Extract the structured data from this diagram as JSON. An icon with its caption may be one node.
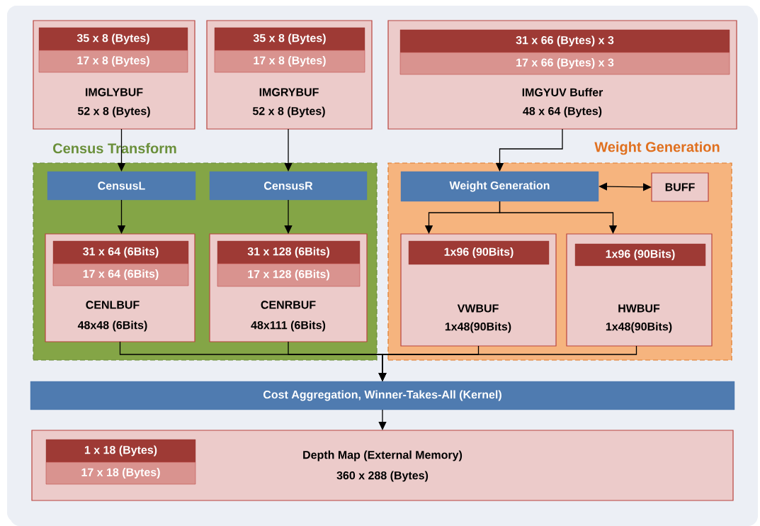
{
  "diagram": {
    "nodes": [
      {
        "text": [
          "IMGLYBUF",
          "52 x 8 (Bytes)"
        ]
      },
      {
        "text": [
          "35 x 8 (Bytes)"
        ],
        "in": 0
      },
      {
        "text": [
          "17 x 8 (Bytes)"
        ],
        "in": 0
      },
      {
        "text": [
          "IMGRYBUF",
          "52 x 8 (Bytes)"
        ]
      },
      {
        "text": [
          "35 x 8 (Bytes)"
        ],
        "in": 3
      },
      {
        "text": [
          "17 x 8 (Bytes)"
        ],
        "in": 3
      },
      {
        "text": [
          "IMGYUV Buffer",
          "48 x 64 (Bytes)"
        ]
      },
      {
        "text": [
          "31 x 66 (Bytes) x 3"
        ],
        "in": 6
      },
      {
        "text": [
          "17 x 66 (Bytes) x 3"
        ],
        "in": 6
      },
      {
        "text": [
          "Census Transform"
        ]
      },
      {
        "text": [
          "CensusL"
        ],
        "in": 9
      },
      {
        "text": [
          "CensusR"
        ],
        "in": 9
      },
      {
        "text": [
          "CENLBUF",
          "48x48 (6Bits)"
        ],
        "in": 9
      },
      {
        "text": [
          "31 x 64 (6Bits)"
        ],
        "in": 12
      },
      {
        "text": [
          "17 x 64 (6Bits)"
        ],
        "in": 12
      },
      {
        "text": [
          "CENRBUF",
          "48x111 (6Bits)"
        ],
        "in": 9
      },
      {
        "text": [
          "31 x 128 (6Bits)"
        ],
        "in": 15
      },
      {
        "text": [
          "17 x 128 (6Bits)"
        ],
        "in": 15
      },
      {
        "text": [
          "Weight Generation"
        ]
      },
      {
        "text": [
          "Weight Generation"
        ],
        "in": 18
      },
      {
        "text": [
          "BUFF"
        ],
        "in": 18
      },
      {
        "text": [
          "VWBUF",
          "1x48(90Bits)"
        ],
        "in": 18
      },
      {
        "text": [
          "1x96 (90Bits)"
        ],
        "in": 21
      },
      {
        "text": [
          "HWBUF",
          "1x48(90Bits)"
        ],
        "in": 18
      },
      {
        "text": [
          "1x96 (90Bits)"
        ],
        "in": 23
      },
      {
        "text": [
          "Cost Aggregation, Winner-Takes-All (Kernel)"
        ]
      },
      {
        "text": [
          "Depth Map (External Memory)",
          "360 x 288 (Bytes)"
        ]
      },
      {
        "text": [
          "1 x 18 (Bytes)"
        ],
        "in": 26
      },
      {
        "text": [
          "17 x 18 (Bytes)"
        ],
        "in": 26
      }
    ],
    "edges": [
      {
        "from": 0,
        "to": 10,
        "arrow": "to"
      },
      {
        "from": 3,
        "to": 11,
        "arrow": "to"
      },
      {
        "from": 6,
        "to": 19,
        "arrow": "to"
      },
      {
        "from": 10,
        "to": 12,
        "arrow": "to"
      },
      {
        "from": 11,
        "to": 15,
        "arrow": "to"
      },
      {
        "from": 19,
        "to": 20,
        "arrow": "both"
      },
      {
        "from": 19,
        "to": 21,
        "arrow": "to"
      },
      {
        "from": 19,
        "to": 23,
        "arrow": "to"
      },
      {
        "from": 12,
        "to": 25,
        "arrow": "to"
      },
      {
        "from": 15,
        "to": 25,
        "arrow": "to"
      },
      {
        "from": 21,
        "to": 25,
        "arrow": "to"
      },
      {
        "from": 23,
        "to": 25,
        "arrow": "to"
      },
      {
        "from": 25,
        "to": 26,
        "arrow": "to"
      }
    ]
  }
}
